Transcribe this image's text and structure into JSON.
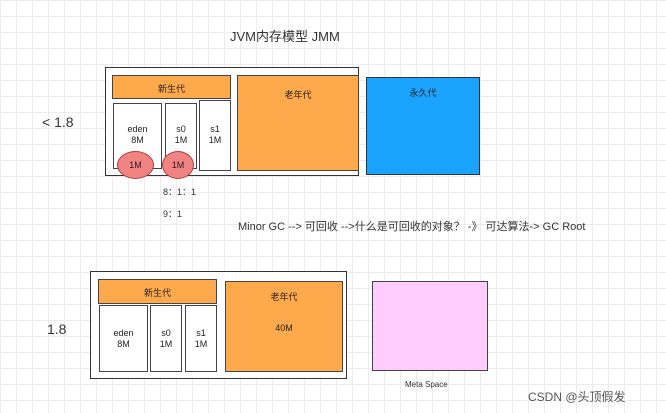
{
  "title": "JVM内存模型 JMM",
  "section_old": {
    "version_label": "< 1.8",
    "young_gen": "新生代",
    "eden": "eden",
    "eden_size": "8M",
    "s0": "s0",
    "s0_size": "1M",
    "s1": "s1",
    "s1_size": "1M",
    "old_gen": "老年代",
    "perm_gen": "永久代",
    "ellipse_eden": "1M",
    "ellipse_s0": "1M",
    "ratio_1": "8：1：1",
    "ratio_2": "9：1"
  },
  "minor_gc_note": "Minor GC --> 可回收 -->什么是可回收的对象？ -》 可达算法-> GC Root",
  "section_new": {
    "version_label": "1.8",
    "young_gen": "新生代",
    "eden": "eden",
    "eden_size": "8M",
    "s0": "s0",
    "s0_size": "1M",
    "s1": "s1",
    "s1_size": "1M",
    "old_gen": "老年代",
    "old_gen_size": "40M",
    "meta_space": "Meta Space"
  },
  "watermark": "CSDN @头顶假发",
  "colors": {
    "young_old_gen": "#ffa94d",
    "perm_gen": "#1aa3ff",
    "meta_space": "#ffccff",
    "ellipse": "#f28383"
  }
}
